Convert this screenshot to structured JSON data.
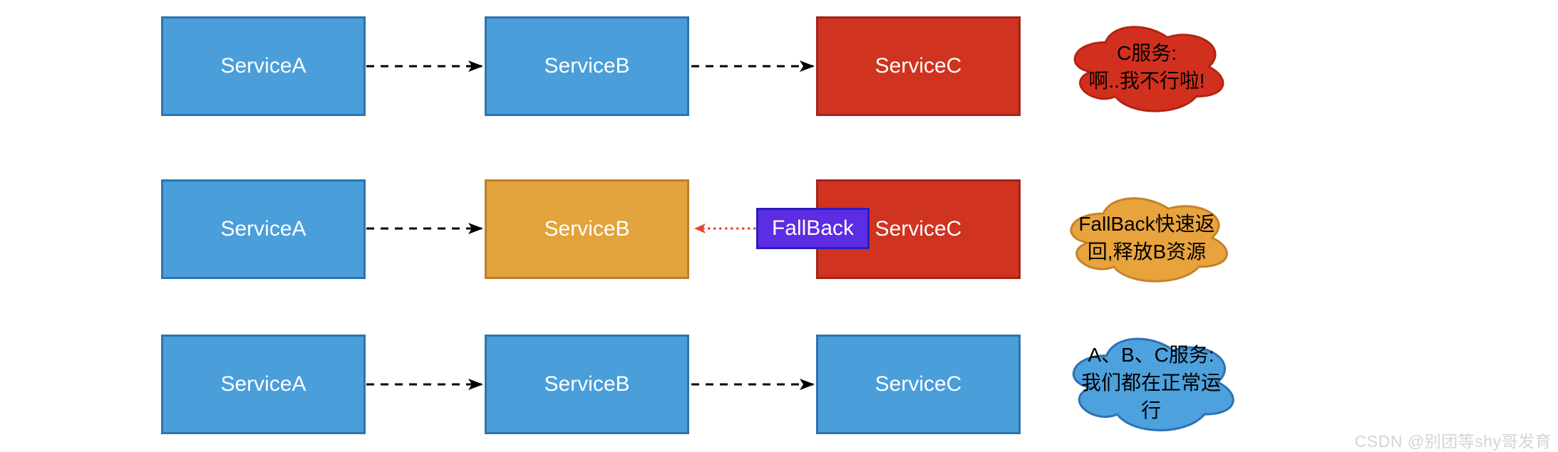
{
  "colors": {
    "blue-fill": "#4a9eda",
    "blue-stroke": "#2e73b0",
    "red-fill": "#d0331f",
    "red-stroke": "#a2241a",
    "orange-fill": "#e2a33c",
    "orange-stroke": "#be7d28",
    "purple-fill": "#5c2de2",
    "purple-stroke": "#2a1dbe",
    "cloud-red-fill": "#d2301e",
    "cloud-red-stroke": "#b22411",
    "cloud-orange-fill": "#e8a33d",
    "cloud-orange-stroke": "#c58229",
    "cloud-blue-fill": "#4da1dd",
    "cloud-blue-stroke": "#2c71b5",
    "arrow-black": "#000000",
    "arrow-red": "#e8432f",
    "watermark": "#d4d4d4"
  },
  "rows": [
    {
      "services": [
        {
          "label": "ServiceA",
          "state": "normal"
        },
        {
          "label": "ServiceB",
          "state": "normal"
        },
        {
          "label": "ServiceC",
          "state": "failed"
        }
      ],
      "cloud": {
        "color": "red",
        "lines": [
          "C服务:",
          "啊..我不行啦!"
        ],
        "full_text": "C服务: 啊..我不行啦!"
      }
    },
    {
      "services": [
        {
          "label": "ServiceA",
          "state": "normal"
        },
        {
          "label": "ServiceB",
          "state": "degraded"
        },
        {
          "label": "ServiceC",
          "state": "failed"
        }
      ],
      "cloud": {
        "color": "orange",
        "lines": [
          "FallBack快速返",
          "回,释放B资源"
        ],
        "full_text": "FallBack快速返回,释放B资源"
      }
    },
    {
      "services": [
        {
          "label": "ServiceA",
          "state": "normal"
        },
        {
          "label": "ServiceB",
          "state": "normal"
        },
        {
          "label": "ServiceC",
          "state": "normal"
        }
      ],
      "cloud": {
        "color": "blue",
        "lines": [
          "A、B、C服务:",
          "我们都在正常运",
          "行"
        ],
        "full_text": "A、B、C服务: 我们都在正常运行"
      }
    }
  ],
  "fallback": {
    "label": "FallBack"
  },
  "watermark": {
    "text": "CSDN @别团等shy哥发育"
  }
}
